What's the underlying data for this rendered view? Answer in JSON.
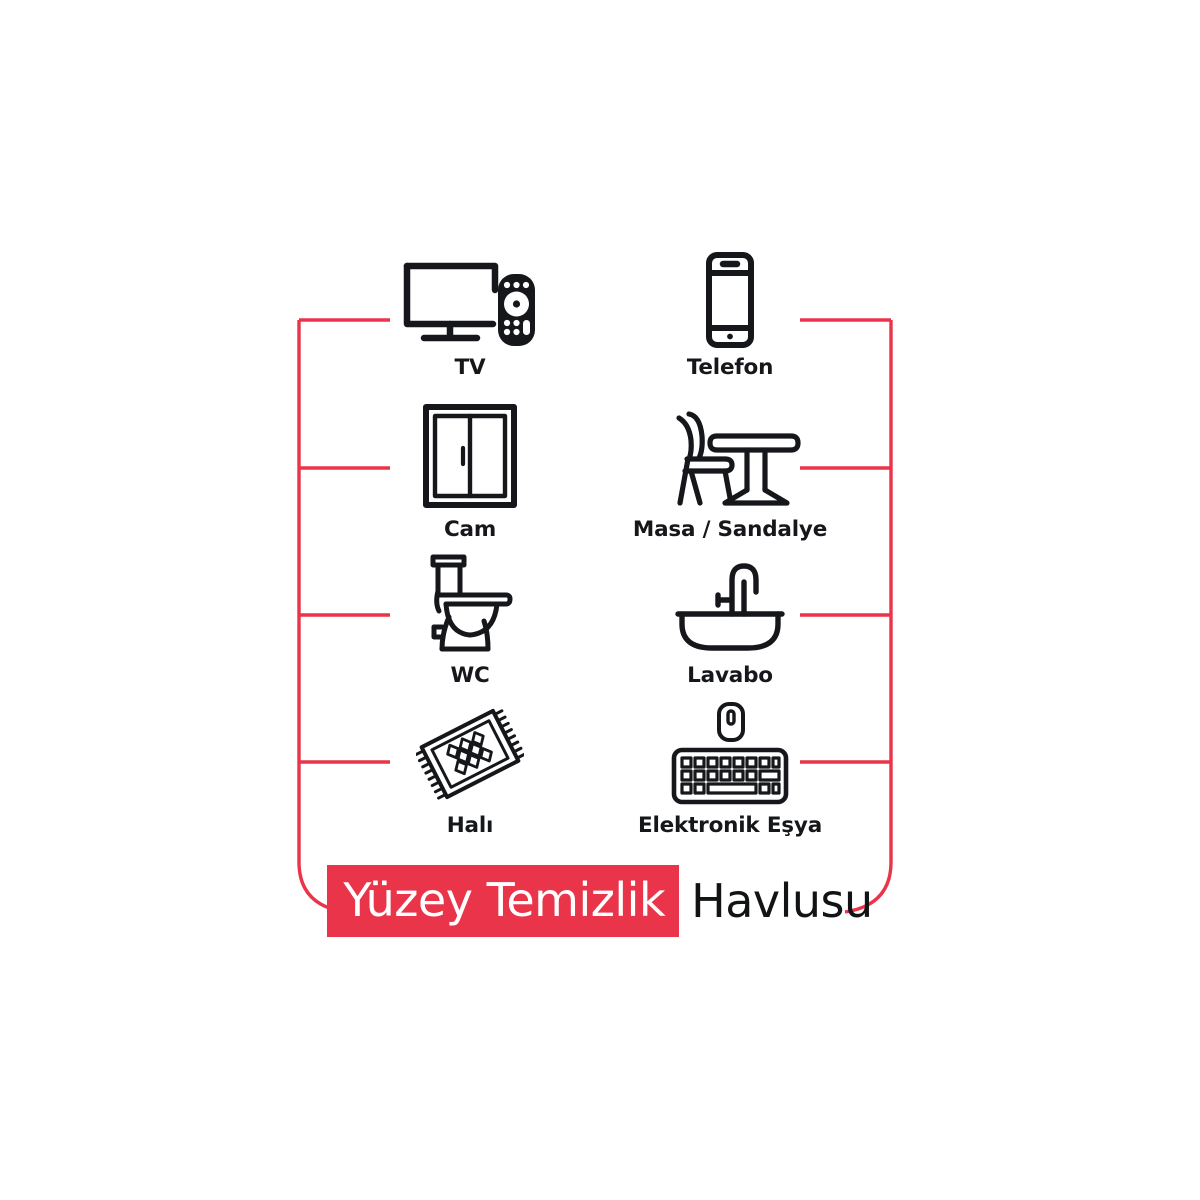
{
  "poster": {
    "background_color": "#ffffff",
    "accent_color": "#e9344a",
    "ink_color": "#15171a"
  },
  "title": {
    "highlight_text": "Yüzey Temizlik",
    "plain_text": "Havlusu",
    "highlight_background": "#e9344a",
    "highlight_text_color": "#ffffff",
    "plain_text_color": "#111315"
  },
  "frame": {
    "color": "#e9344a",
    "stroke_width": 3,
    "tick_count_per_side": 4
  },
  "grid": {
    "columns": 2,
    "rows": 4,
    "items": [
      {
        "id": "tv",
        "label": "TV",
        "icon": "tv-remote-icon",
        "row": 1,
        "column": 1
      },
      {
        "id": "telefon",
        "label": "Telefon",
        "icon": "smartphone-icon",
        "row": 1,
        "column": 2
      },
      {
        "id": "cam",
        "label": "Cam",
        "icon": "window-icon",
        "row": 2,
        "column": 1
      },
      {
        "id": "masa",
        "label": "Masa / Sandalye",
        "icon": "table-chair-icon",
        "row": 2,
        "column": 2
      },
      {
        "id": "wc",
        "label": "WC",
        "icon": "toilet-icon",
        "row": 3,
        "column": 1
      },
      {
        "id": "lavabo",
        "label": "Lavabo",
        "icon": "sink-faucet-icon",
        "row": 3,
        "column": 2
      },
      {
        "id": "hali",
        "label": "Halı",
        "icon": "rug-icon",
        "row": 4,
        "column": 1
      },
      {
        "id": "elektronik",
        "label": "Elektronik Eşya",
        "icon": "keyboard-mouse-icon",
        "row": 4,
        "column": 2
      }
    ]
  }
}
